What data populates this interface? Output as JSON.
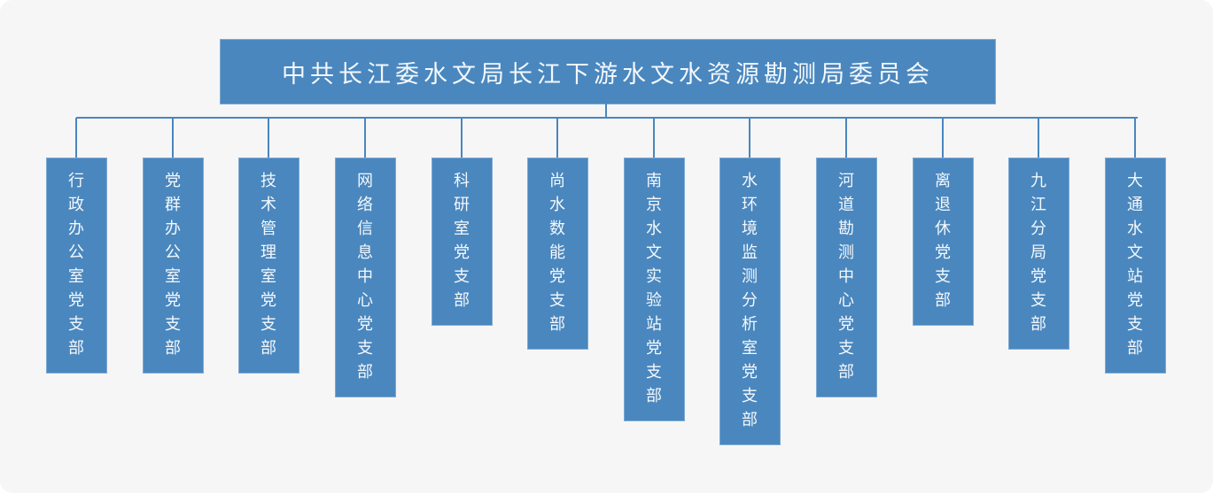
{
  "org_chart": {
    "root": {
      "label": "中共长江委水文局长江下游水文水资源勘测局委员会"
    },
    "branches": [
      {
        "label": "行政办公室党支部"
      },
      {
        "label": "党群办公室党支部"
      },
      {
        "label": "技术管理室党支部"
      },
      {
        "label": "网络信息中心党支部"
      },
      {
        "label": "科研室党支部"
      },
      {
        "label": "尚水数能党支部"
      },
      {
        "label": "南京水文实验站党支部"
      },
      {
        "label": "水环境监测分析室党支部"
      },
      {
        "label": "河道勘测中心党支部"
      },
      {
        "label": "离退休党支部"
      },
      {
        "label": "九江分局党支部"
      },
      {
        "label": "大通水文站党支部"
      }
    ],
    "colors": {
      "box_fill": "#4a87be",
      "box_border": "#7da8d2",
      "connector_line": "#4a86bd",
      "text": "#f4f8fc",
      "background": "#f6f6f7"
    }
  }
}
